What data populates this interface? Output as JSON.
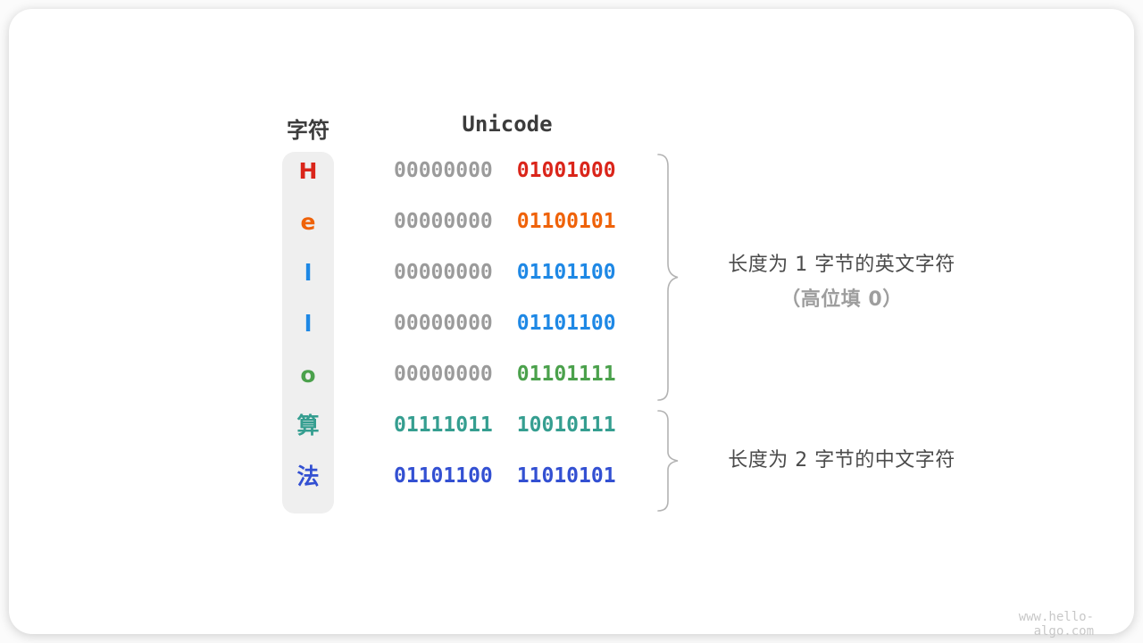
{
  "headers": {
    "char": "字符",
    "unicode": "Unicode"
  },
  "rows": [
    {
      "char": "H",
      "byte1": "00000000",
      "byte2": "01001000",
      "color": "#da251a",
      "byte1_colored": false
    },
    {
      "char": "e",
      "byte1": "00000000",
      "byte2": "01100101",
      "color": "#ef6209",
      "byte1_colored": false
    },
    {
      "char": "l",
      "byte1": "00000000",
      "byte2": "01101100",
      "color": "#1e88e5",
      "byte1_colored": false
    },
    {
      "char": "l",
      "byte1": "00000000",
      "byte2": "01101100",
      "color": "#1e88e5",
      "byte1_colored": false
    },
    {
      "char": "o",
      "byte1": "00000000",
      "byte2": "01101111",
      "color": "#4ba14c",
      "byte1_colored": false
    },
    {
      "char": "算",
      "byte1": "01111011",
      "byte2": "10010111",
      "color": "#359e90",
      "byte1_colored": true
    },
    {
      "char": "法",
      "byte1": "01101100",
      "byte2": "11010101",
      "color": "#3350d2",
      "byte1_colored": true
    }
  ],
  "annotations": {
    "group1_line1": "长度为 1 字节的英文字符",
    "group1_line2": "（高位填 0）",
    "group2": "长度为 2 字节的中文字符"
  },
  "watermark": "www.hello-algo.com",
  "colors": {
    "gray_zeros": "#9b9b9b",
    "header_text": "#3c3c3c",
    "annotation_text": "#4b4b4b",
    "annotation_sub_text": "#9e9e9e",
    "brace": "#b3b3b3",
    "char_column_bg": "#efefef",
    "card_bg": "#ffffff"
  }
}
